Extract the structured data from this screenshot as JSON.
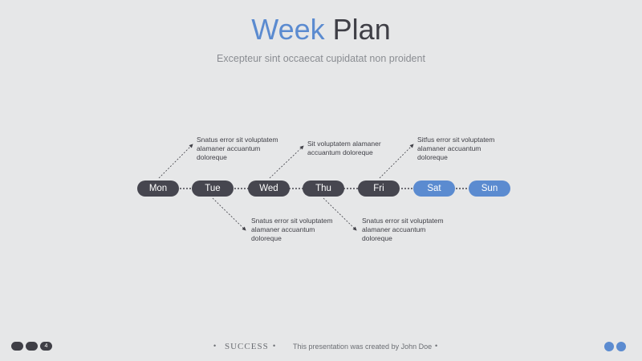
{
  "header": {
    "title_accent": "Week",
    "title_rest": "Plan",
    "subtitle": "Excepteur sint occaecat cupidatat non proident"
  },
  "days": [
    {
      "label": "Mon",
      "highlight": false
    },
    {
      "label": "Tue",
      "highlight": false
    },
    {
      "label": "Wed",
      "highlight": false
    },
    {
      "label": "Thu",
      "highlight": false
    },
    {
      "label": "Fri",
      "highlight": false
    },
    {
      "label": "Sat",
      "highlight": true
    },
    {
      "label": "Sun",
      "highlight": true
    }
  ],
  "notes": {
    "mon": "Snatus error sit voluptatem alamaner accuantum doloreque",
    "tue": "Snatus error sit voluptatem alamaner accuantum doloreque",
    "wed": "Sit voluptatem alamaner accuantum doloreque",
    "thu": "Snatus error sit voluptatem alamaner accuantum doloreque",
    "fri": "Sitfus error sit voluptatem alamaner accuantum doloreque"
  },
  "footer": {
    "page_number": "4",
    "brand": "SUCCESS",
    "credit": "This presentation was created by John Doe",
    "separator": "•"
  },
  "colors": {
    "dark_pill": "#46464f",
    "accent": "#5b8bd0",
    "background": "#e6e7e8"
  }
}
